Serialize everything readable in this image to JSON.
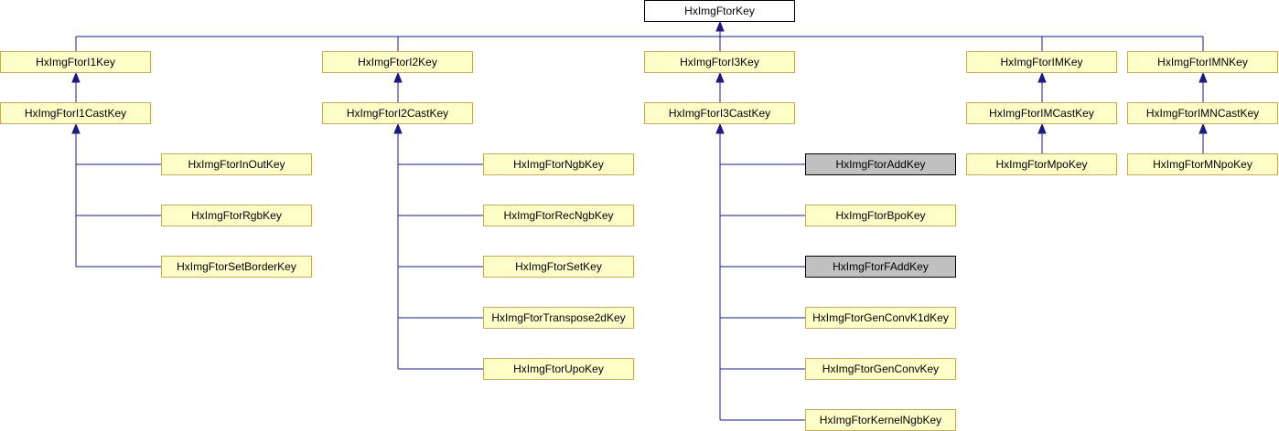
{
  "diagram": {
    "colors": {
      "edge": "#1a1a80",
      "node_fill": "#ffffc8",
      "node_border": "#c8a85a",
      "root_fill": "#ffffff",
      "highlight_fill": "#c0c0c0"
    },
    "nodes": {
      "root": "HxImgFtorKey",
      "i1": "HxImgFtorI1Key",
      "i2": "HxImgFtorI2Key",
      "i3": "HxImgFtorI3Key",
      "im": "HxImgFtorIMKey",
      "imn": "HxImgFtorIMNKey",
      "i1cast": "HxImgFtorI1CastKey",
      "i2cast": "HxImgFtorI2CastKey",
      "i3cast": "HxImgFtorI3CastKey",
      "imcast": "HxImgFtorIMCastKey",
      "imncast": "HxImgFtorIMNCastKey",
      "inout": "HxImgFtorInOutKey",
      "rgb": "HxImgFtorRgbKey",
      "setborder": "HxImgFtorSetBorderKey",
      "ngb": "HxImgFtorNgbKey",
      "recngb": "HxImgFtorRecNgbKey",
      "set": "HxImgFtorSetKey",
      "transpose2d": "HxImgFtorTranspose2dKey",
      "upo": "HxImgFtorUpoKey",
      "add": "HxImgFtorAddKey",
      "bpo": "HxImgFtorBpoKey",
      "fadd": "HxImgFtorFAddKey",
      "genconvk1d": "HxImgFtorGenConvK1dKey",
      "genconv": "HxImgFtorGenConvKey",
      "kernelngb": "HxImgFtorKernelNgbKey",
      "mpo": "HxImgFtorMpoKey",
      "mnpo": "HxImgFtorMNpoKey"
    },
    "highlighted": [
      "add",
      "fadd"
    ]
  }
}
